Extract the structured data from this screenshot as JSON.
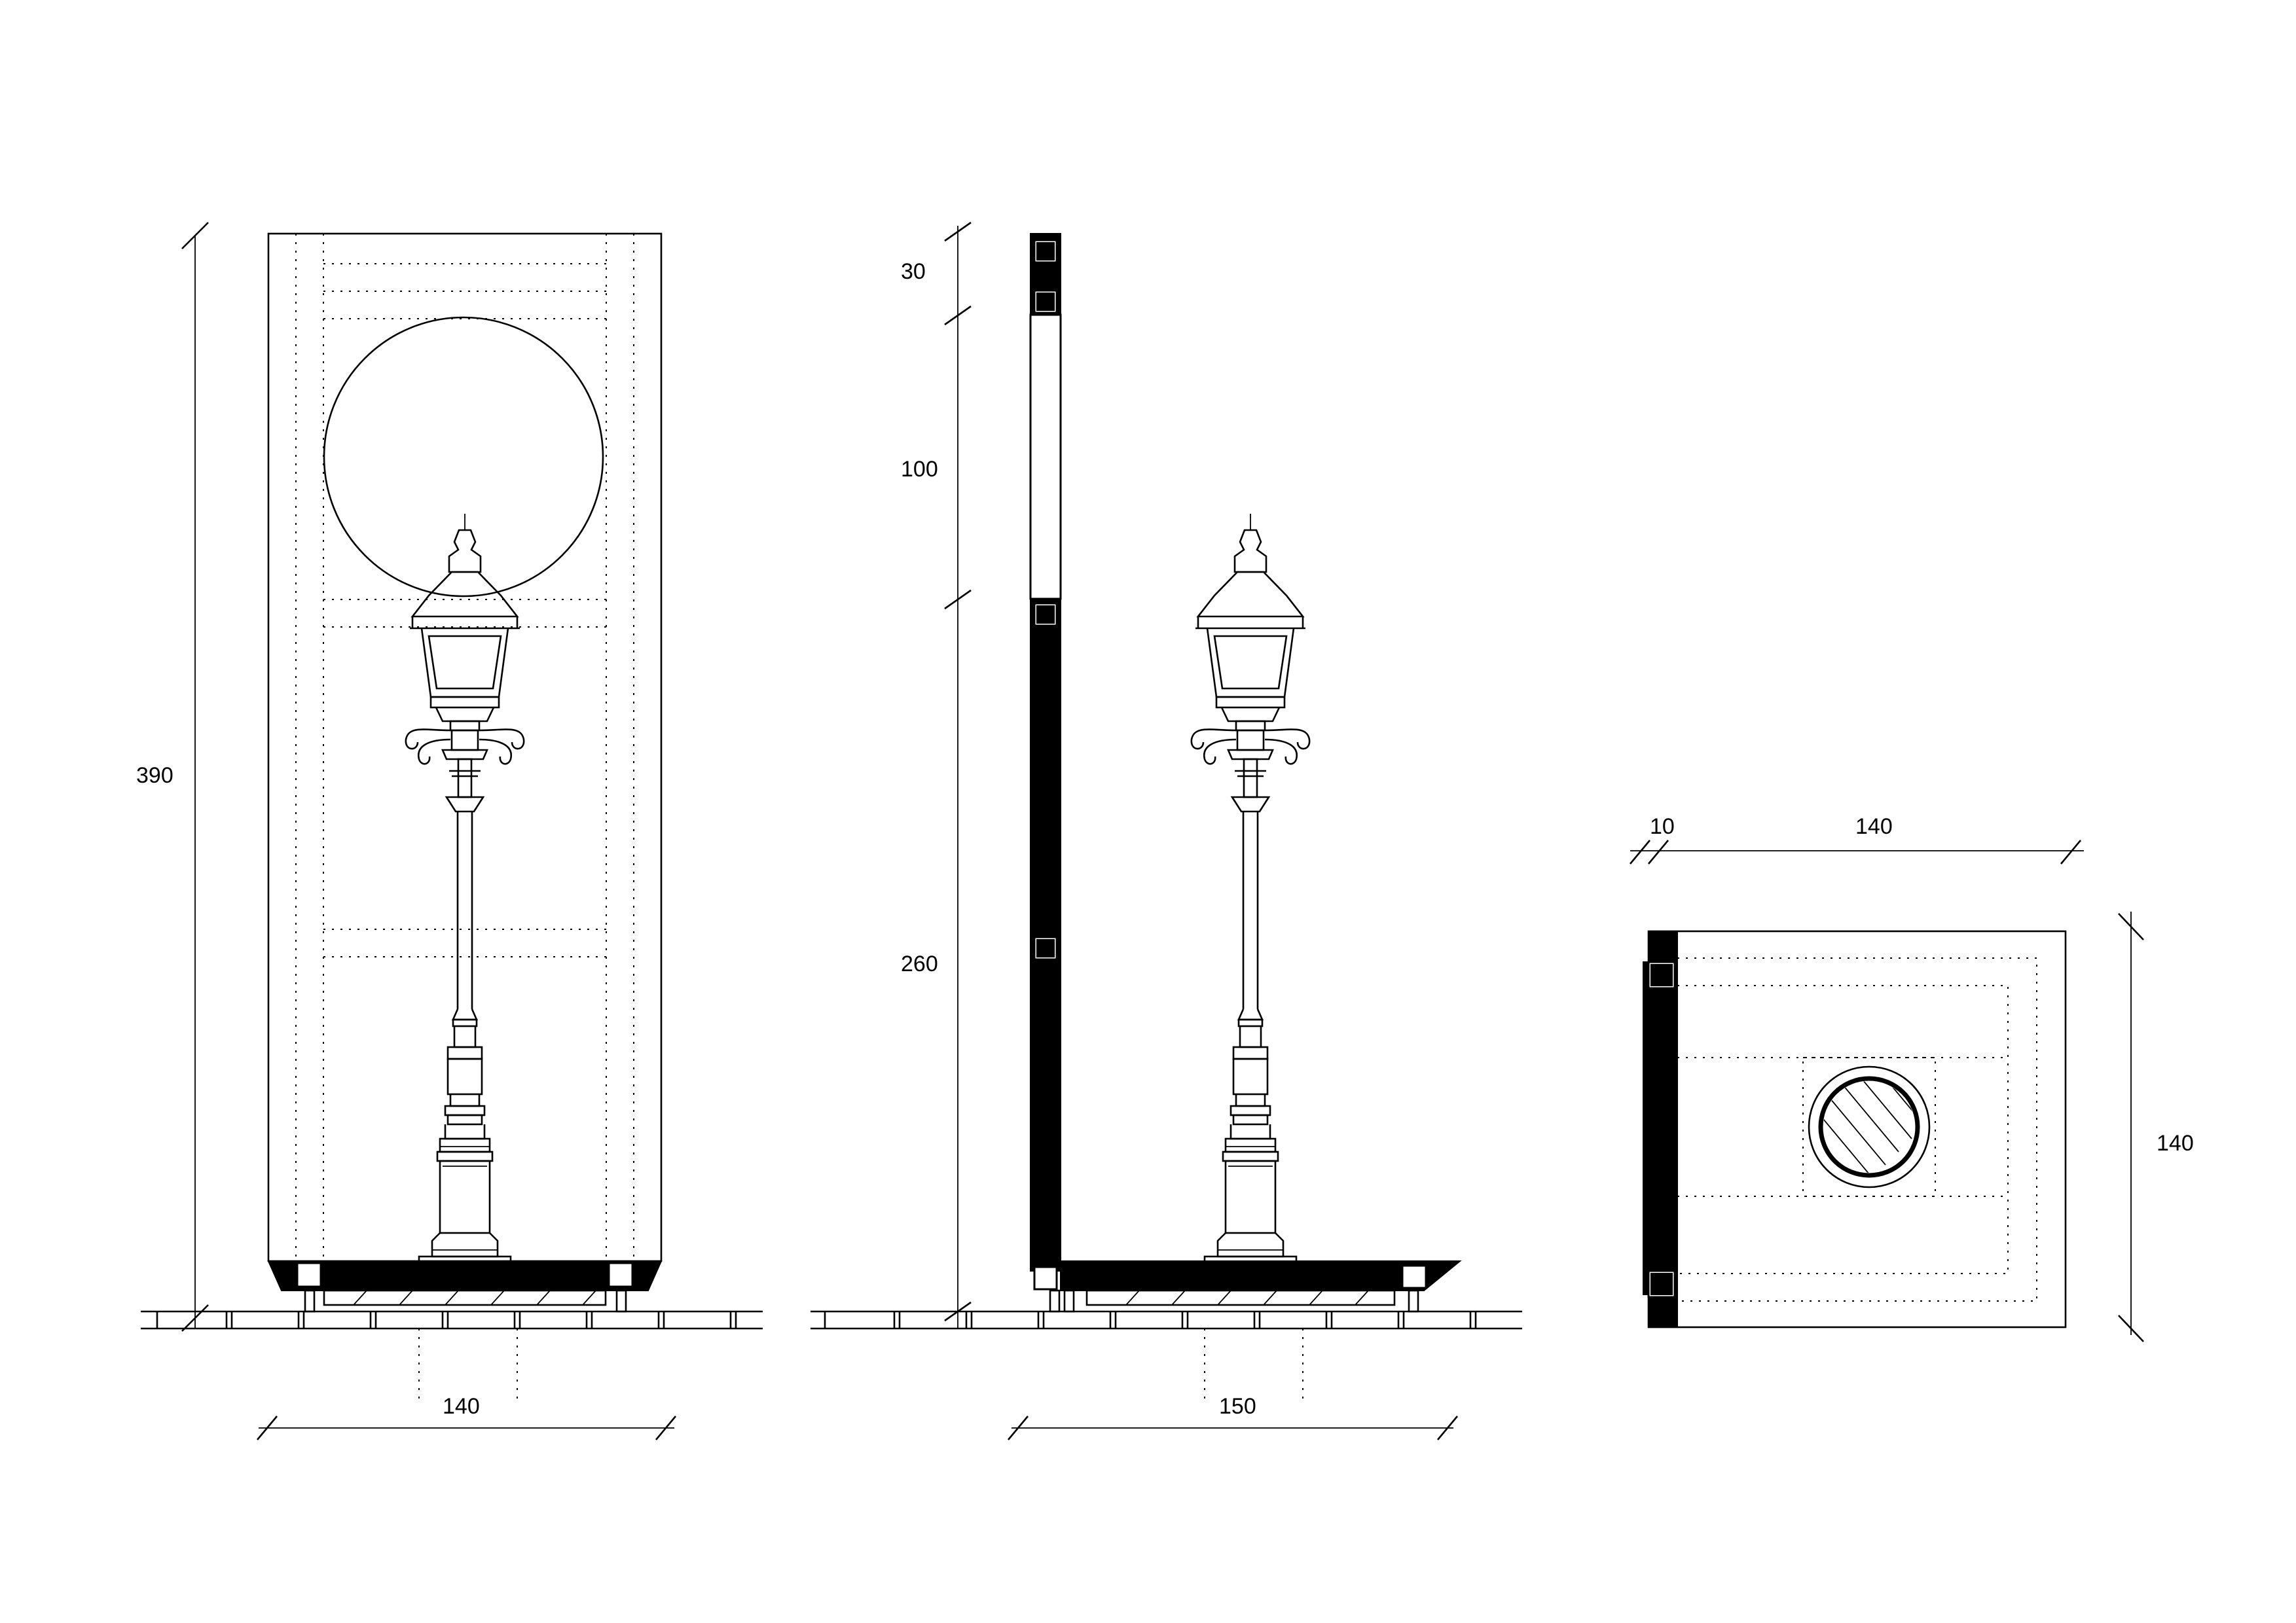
{
  "dimensions": {
    "front_height": "390",
    "front_width": "140",
    "side_top": "30",
    "side_panel": "100",
    "side_lower": "260",
    "side_width": "150",
    "plan_wall": "10",
    "plan_width": "140",
    "plan_depth": "140"
  }
}
